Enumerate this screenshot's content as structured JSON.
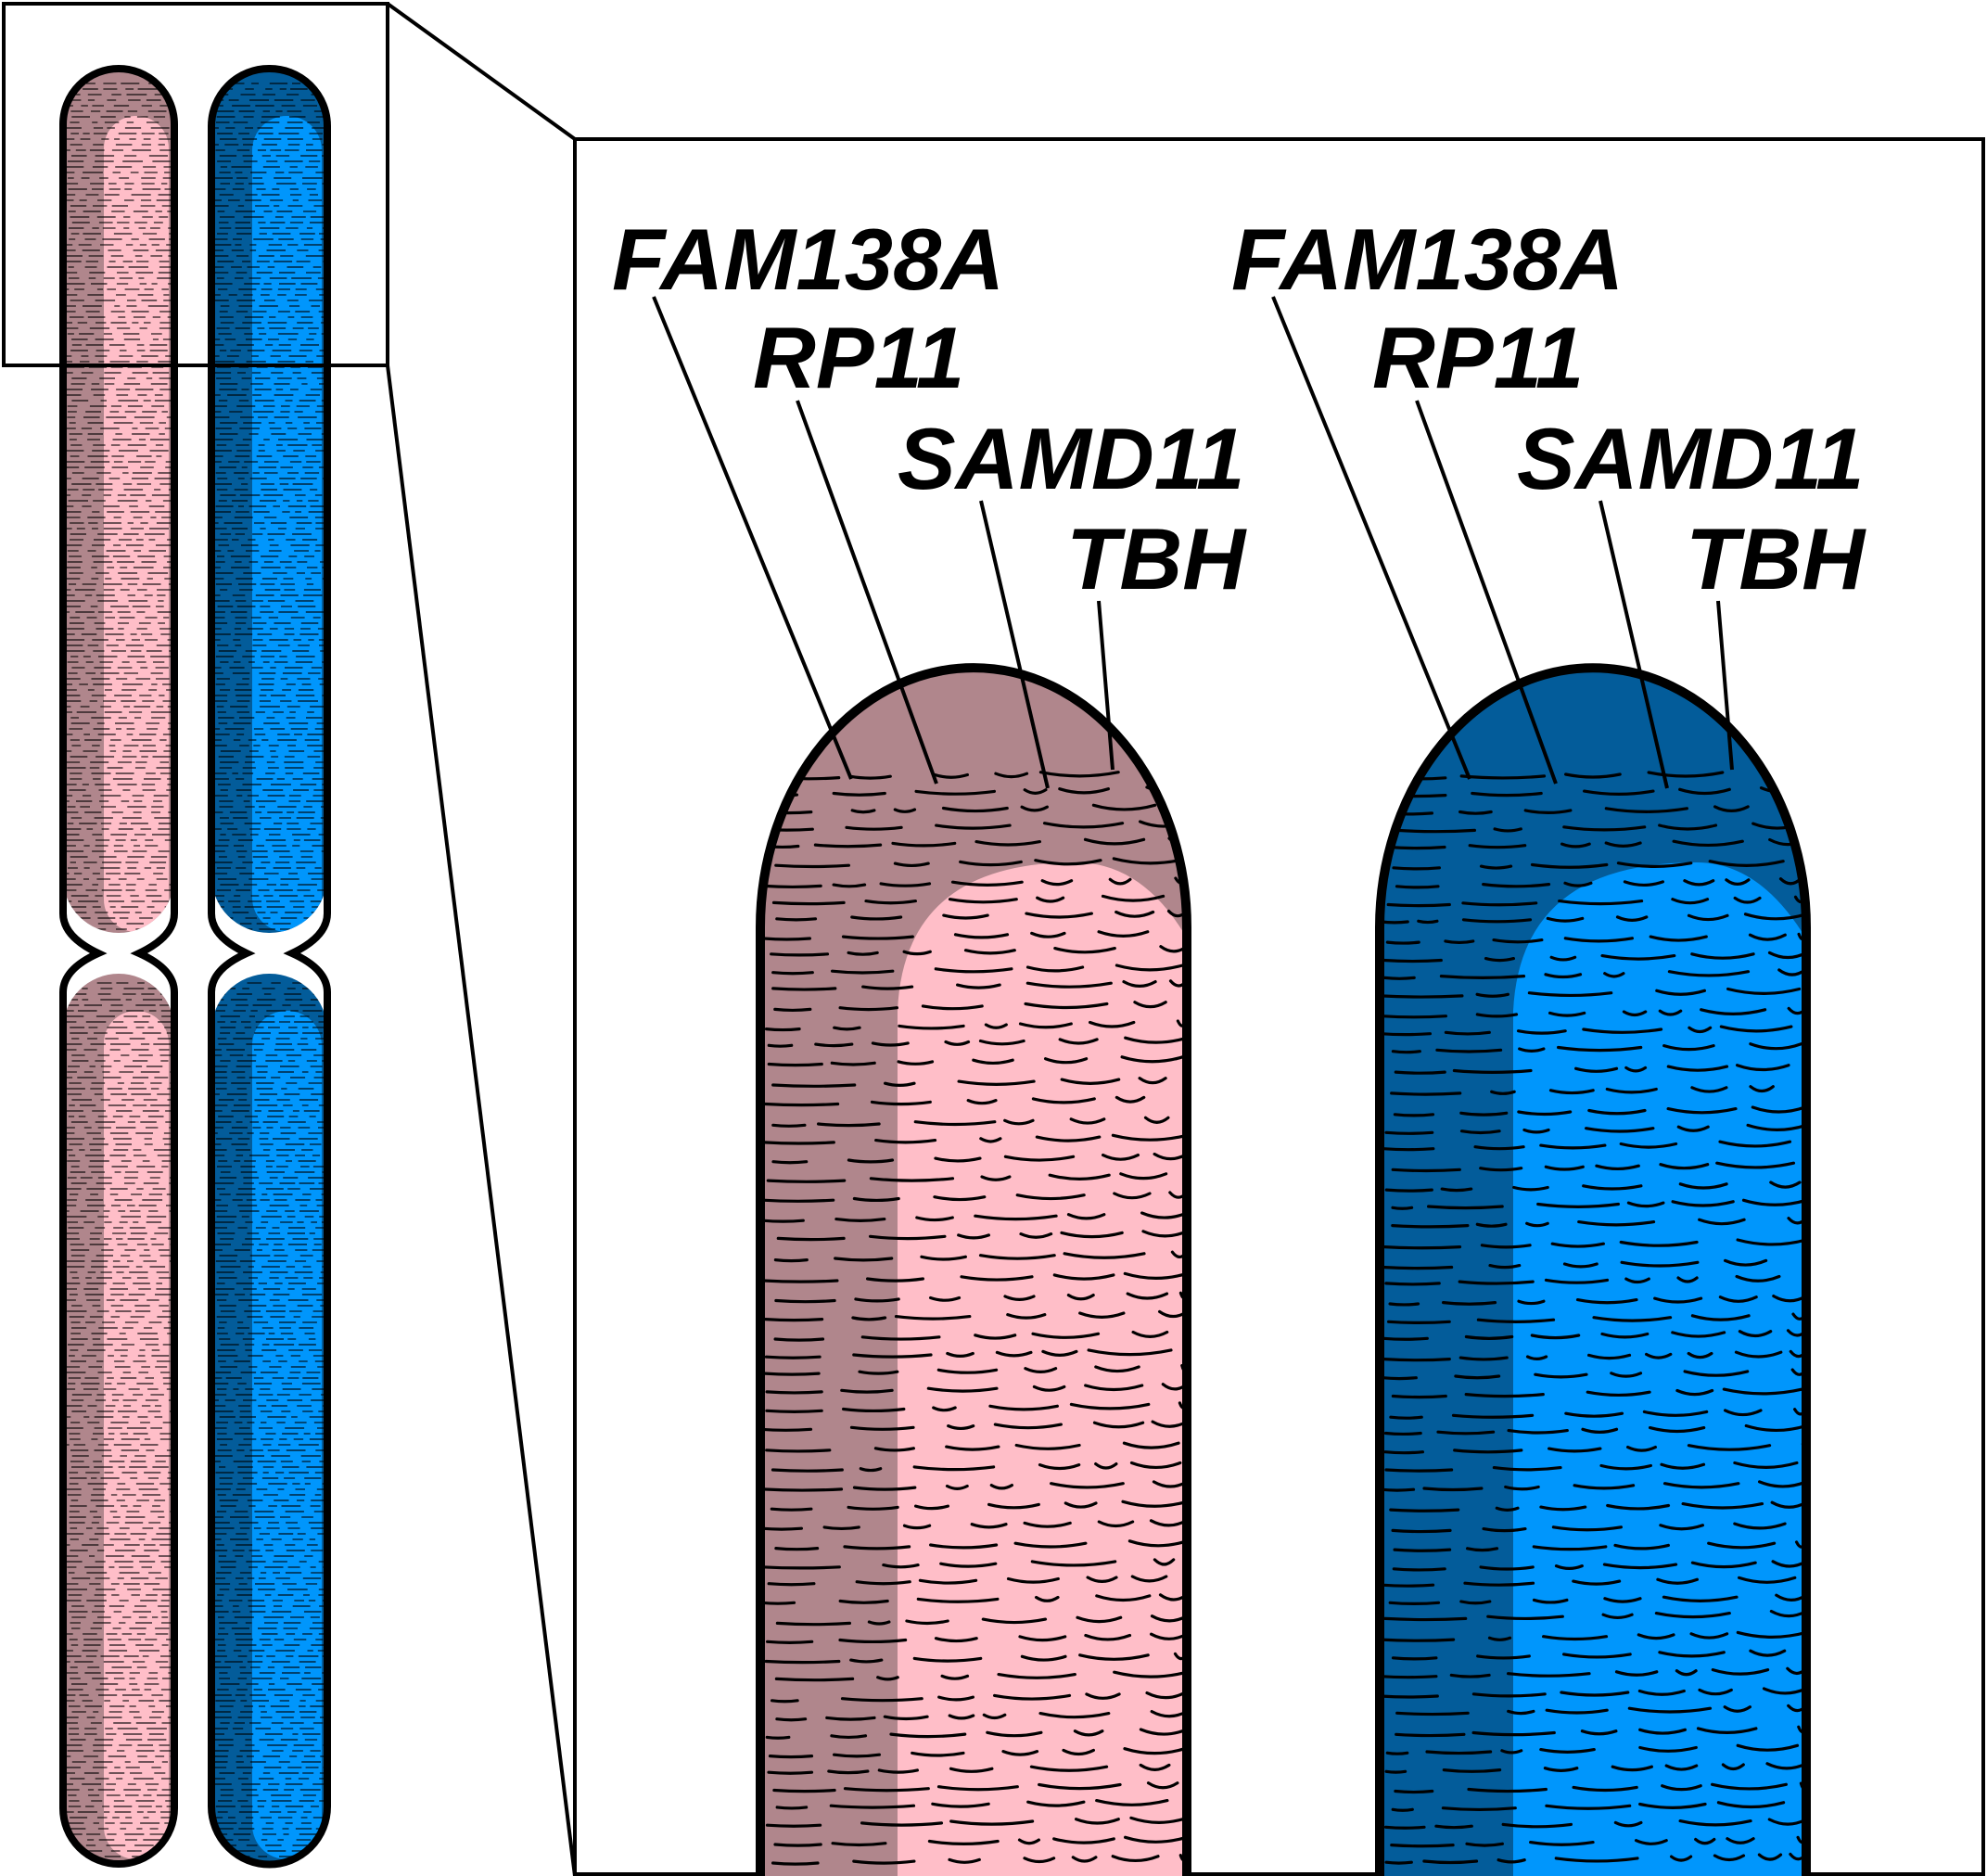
{
  "colors": {
    "pink_dark": "#b0868c",
    "pink_light": "#ffbec8",
    "blue_dark": "#035c9a",
    "blue_light": "#0096fc",
    "outline": "#000000",
    "background": "#ffffff"
  },
  "chromosomes": [
    {
      "name": "pink-chromosome",
      "dark": "#b0868c",
      "light": "#ffbec8"
    },
    {
      "name": "blue-chromosome",
      "dark": "#035c9a",
      "light": "#0096fc"
    }
  ],
  "zoom_panel": {
    "groups": [
      {
        "name": "pink",
        "genes": [
          "FAM138A",
          "RP11",
          "SAMD11",
          "TBH"
        ]
      },
      {
        "name": "blue",
        "genes": [
          "FAM138A",
          "RP11",
          "SAMD11",
          "TBH"
        ]
      }
    ]
  }
}
